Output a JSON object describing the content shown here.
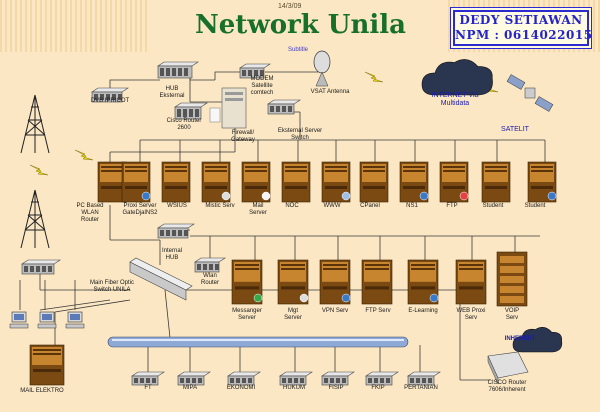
{
  "header": {
    "title": "Network Unila",
    "date": "14/3/09",
    "subtitle": "Subtitle",
    "author_name": "DEDY SETIAWAN",
    "author_npm": "NPM : 0614022015"
  },
  "labels": {
    "dvb": "DVB IPRICOT",
    "hub_eksternal": "HUB\nEksternal",
    "cisco2600": "Cisco Router\n2600",
    "modem": "MODEM\nSatellite\ncomtech",
    "firewall": "Firewall/\nGateway",
    "vsat": "VSAT Antenna",
    "internet": "INTERNET Via\nMultidata",
    "satelit": "SATELIT",
    "ekstern_switch": "Eksternal Server\nSwitch",
    "pc_wlan": "PC Based\nWLAN\nRouter",
    "proxi": "Proxi Server\nGateDjalNS2",
    "wsius": "WSIUS",
    "mistic": "Mistic Serv",
    "mail": "Mail\nServer",
    "noc": "NOC",
    "www": "WWW",
    "cpanel": "CPanel",
    "ns1": "NS1",
    "ftp": "FTP",
    "student1": "Student",
    "student2": "Student",
    "internal_hub": "Internal\nHUB",
    "wlan_router": "Wlan\nRouter",
    "main_fiber": "Main Fiber Optic\nSwitch UNILA",
    "messanger": "Messanger\nServer",
    "mgt": "Mgt\nServer",
    "vpn": "VPN Serv",
    "ftpserv": "FTP Serv",
    "elearning": "E-Learning",
    "webproxi": "WEB Proxi\nServ",
    "voip": "VOIP\nServ",
    "inherent": "INHERENT",
    "cisco7606": "CISCO Router\n7606/Inherent",
    "mail_elektro": "MAIL ELEKTRO",
    "ft": "FT",
    "mipa": "MIPA",
    "ekonomi": "EKONOMI",
    "hukum": "HUKUM",
    "fisip": "FISIP",
    "fkip": "FKIP",
    "pertanian": "PERTANIAN"
  },
  "colors": {
    "title": "#17702a",
    "name": "#2424c8",
    "server_dark": "#7a4a12",
    "server_light": "#c8852f",
    "background": "#fbe7c4",
    "cloud": "#2a3550",
    "backbone": "#8fa9d6"
  }
}
